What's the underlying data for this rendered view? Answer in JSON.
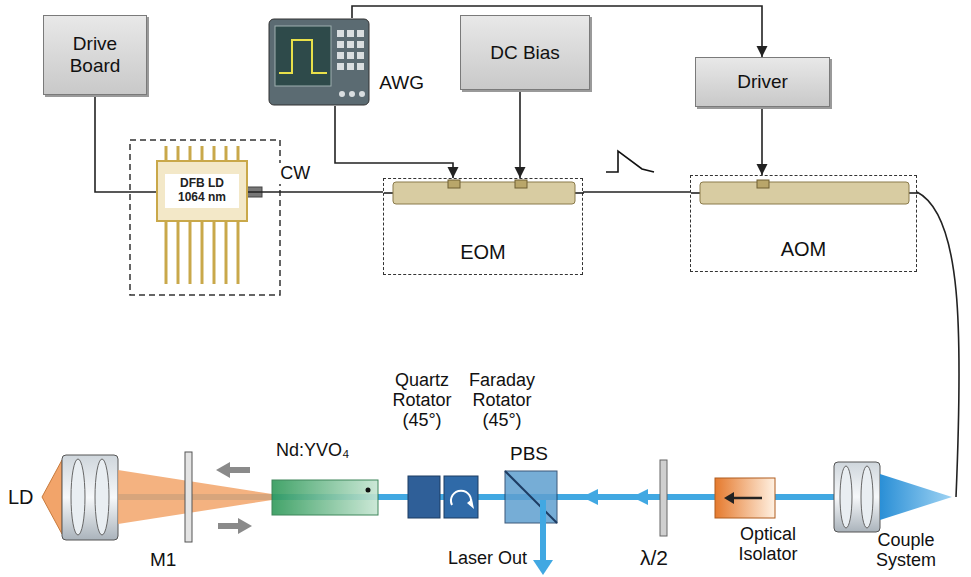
{
  "diagram": {
    "nodes": [
      {
        "text": [
          "Drive Board"
        ]
      },
      {
        "text": [
          "AWG"
        ]
      },
      {
        "text": [
          "DC Bias"
        ]
      },
      {
        "text": [
          "Driver"
        ]
      },
      {
        "text": [
          "DFB LD 1064 nm"
        ]
      },
      {
        "text": [
          "EOM"
        ]
      },
      {
        "text": [
          "AOM"
        ]
      }
    ],
    "edges": [
      {
        "from": 0,
        "to": 4,
        "arrow": "none"
      },
      {
        "from": 4,
        "to": 5,
        "label": "CW",
        "arrow": "none"
      },
      {
        "from": 1,
        "to": 5,
        "arrow": "to"
      },
      {
        "from": 2,
        "to": 5,
        "arrow": "to"
      },
      {
        "from": 1,
        "to": 3,
        "arrow": "to"
      },
      {
        "from": 3,
        "to": 6,
        "arrow": "to"
      },
      {
        "from": 5,
        "to": 6,
        "arrow": "none"
      }
    ],
    "labels": [
      "LD",
      "M1",
      "Nd:YVO₄",
      "Quartz Rotator (45°)",
      "Faraday Rotator (45°)",
      "PBS",
      "Laser Out",
      "λ/2",
      "Optical Isolator",
      "Couple System"
    ]
  }
}
